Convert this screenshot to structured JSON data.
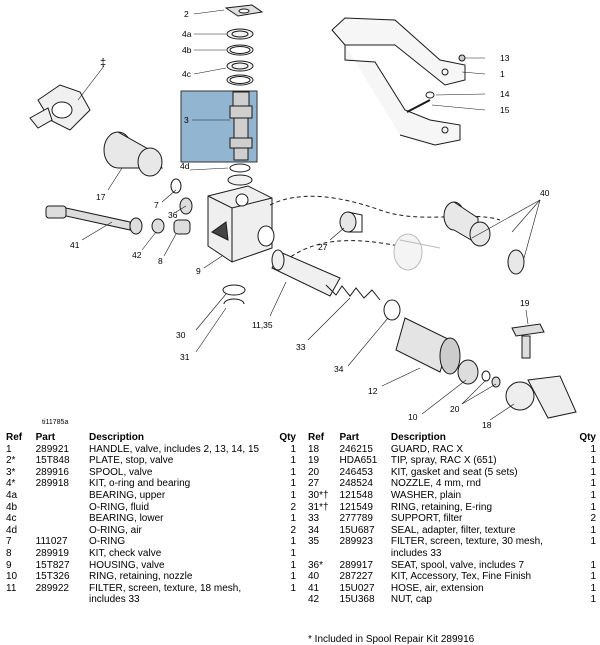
{
  "diagram": {
    "figure_id": "ti11785a",
    "callouts": [
      "2",
      "4a",
      "4b",
      "4c",
      "3",
      "4d",
      "13",
      "1",
      "14",
      "15",
      "17",
      "7",
      "36",
      "41",
      "42",
      "8",
      "9",
      "27",
      "40",
      "11,35",
      "30",
      "31",
      "33",
      "34",
      "12",
      "10",
      "20",
      "18",
      "19"
    ],
    "dagger_symbol": "‡",
    "colors": {
      "highlight": "#92b5d1",
      "line": "#1a1a1a",
      "fill": "#d0d0d0"
    },
    "icons": [
      "valve-handle-icon",
      "spool-icon",
      "housing-icon",
      "guard-icon",
      "spray-tip-icon",
      "hose-icon",
      "filter-icon",
      "seal-icon",
      "o-ring-icon"
    ]
  },
  "table": {
    "headers": {
      "ref": "Ref",
      "part": "Part",
      "desc": "Description",
      "qty": "Qty"
    },
    "left_rows": [
      {
        "ref": "1",
        "part": "289921",
        "desc": "HANDLE, valve, includes 2, 13, 14, 15",
        "qty": "1"
      },
      {
        "ref": "2*",
        "part": "15T848",
        "desc": "PLATE, stop, valve",
        "qty": "1"
      },
      {
        "ref": "3*",
        "part": "289916",
        "desc": "SPOOL, valve",
        "qty": "1"
      },
      {
        "ref": "4*",
        "part": "289918",
        "desc": "KIT, o-ring and bearing",
        "qty": "1"
      },
      {
        "ref": "4a",
        "part": "",
        "desc": "BEARING, upper",
        "qty": "1"
      },
      {
        "ref": "4b",
        "part": "",
        "desc": "O-RING, fluid",
        "qty": "2"
      },
      {
        "ref": "4c",
        "part": "",
        "desc": "BEARING, lower",
        "qty": "1"
      },
      {
        "ref": "4d",
        "part": "",
        "desc": "O-RING, air",
        "qty": "2"
      },
      {
        "ref": "7",
        "part": "111027",
        "desc": "O-RING",
        "qty": "1"
      },
      {
        "ref": "8",
        "part": "289919",
        "desc": "KIT, check valve",
        "qty": "1"
      },
      {
        "ref": "9",
        "part": "15T827",
        "desc": "HOUSING, valve",
        "qty": "1"
      },
      {
        "ref": "10",
        "part": "15T326",
        "desc": "RING, retaining, nozzle",
        "qty": "1"
      },
      {
        "ref": "11",
        "part": "289922",
        "desc": "FILTER, screen, texture, 18 mesh, includes 33",
        "qty": "1"
      }
    ],
    "right_rows": [
      {
        "ref": "18",
        "part": "246215",
        "desc": "GUARD, RAC X",
        "qty": "1"
      },
      {
        "ref": "19",
        "part": "HDA651",
        "desc": "TIP, spray, RAC X (651)",
        "qty": "1"
      },
      {
        "ref": "20",
        "part": "246453",
        "desc": "KIT, gasket and seat (5 sets)",
        "qty": "1"
      },
      {
        "ref": "27",
        "part": "248524",
        "desc": "NOZZLE, 4 mm, rnd",
        "qty": "1"
      },
      {
        "ref": "30*†",
        "part": "121548",
        "desc": "WASHER, plain",
        "qty": "1"
      },
      {
        "ref": "31*†",
        "part": "121549",
        "desc": "RING, retaining, E-ring",
        "qty": "1"
      },
      {
        "ref": "33",
        "part": "277789",
        "desc": "SUPPORT, filter",
        "qty": "2"
      },
      {
        "ref": "34",
        "part": "15U687",
        "desc": "SEAL, adapter, filter, texture",
        "qty": "1"
      },
      {
        "ref": "35",
        "part": "289923",
        "desc": "FILTER, screen, texture, 30 mesh, includes 33",
        "qty": "1"
      },
      {
        "ref": "36*",
        "part": "289917",
        "desc": "SEAT, spool, valve, includes 7",
        "qty": "1"
      },
      {
        "ref": "40",
        "part": "287227",
        "desc": "KIT, Accessory, Tex, Fine Finish",
        "qty": "1"
      },
      {
        "ref": "41",
        "part": "15U027",
        "desc": "HOSE, air, extension",
        "qty": "1"
      },
      {
        "ref": "42",
        "part": "15U368",
        "desc": "NUT, cap",
        "qty": "1"
      }
    ],
    "footnote": "* Included in Spool Repair Kit 289916"
  }
}
